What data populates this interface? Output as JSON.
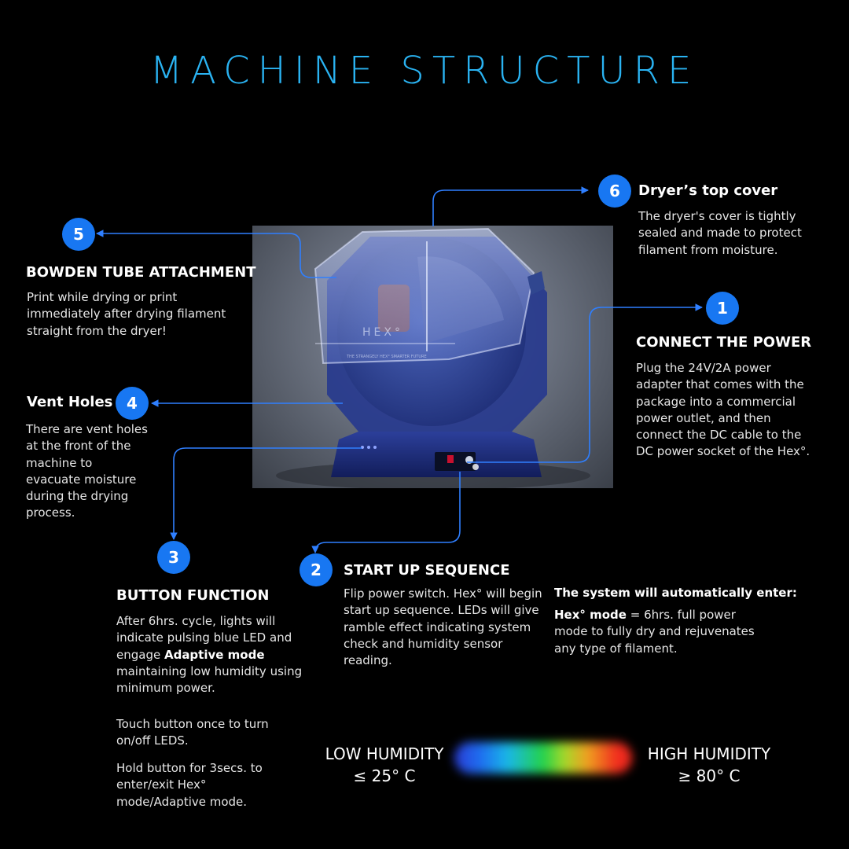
{
  "title": "MACHINE STRUCTURE",
  "photo": {
    "device_label": "HEX°",
    "front_label": "THE STRANGELY HEX° SMARTER FUTURE"
  },
  "callouts": [
    {
      "number": "1",
      "heading": "CONNECT THE POWER",
      "body": [
        "Plug the 24V/2A power",
        "adapter that comes with the",
        "package into a commercial",
        "power outlet, and then",
        "connect the DC cable to the",
        "DC power socket of the Hex°."
      ]
    },
    {
      "number": "2",
      "heading": "START UP SEQUENCE",
      "body": [
        "Flip power switch. Hex° will begin",
        "start up sequence. LEDs will give",
        "ramble effect indicating system",
        "check and humidity sensor",
        "reading."
      ]
    },
    {
      "number": "3",
      "heading": "BUTTON FUNCTION",
      "body_a_1": "After 6hrs. cycle, lights will",
      "body_a_2": "indicate pulsing blue LED and",
      "body_a_3_pre": "engage ",
      "body_a_3_bold": "Adaptive mode",
      "body_a_4": "maintaining low humidity using",
      "body_a_5": "minimum power.",
      "body_b": [
        "Touch button once to turn",
        "on/off LEDS."
      ],
      "body_c": [
        "Hold button for 3secs. to",
        "enter/exit Hex°",
        "mode/Adaptive mode."
      ]
    },
    {
      "number": "4",
      "heading": "Vent Holes",
      "body": [
        "There are vent holes",
        "at the front of the",
        "machine to",
        "evacuate moisture",
        "during the drying",
        "process."
      ]
    },
    {
      "number": "5",
      "heading": "BOWDEN TUBE ATTACHMENT",
      "body": [
        "Print while drying or print",
        "immediately after drying filament",
        "straight from the dryer!"
      ]
    },
    {
      "number": "6",
      "heading": "Dryer’s top cover",
      "body": [
        "The dryer's cover is tightly",
        "sealed and made to protect",
        "filament from moisture."
      ]
    }
  ],
  "auto_mode": {
    "heading": "The system will automatically enter:",
    "mode_name": "Hex° mode",
    "line1_rest": " = 6hrs. full power",
    "line2": "mode to fully dry and rejuvenates",
    "line3": "any type of filament."
  },
  "humidity": {
    "low_label": "LOW HUMIDITY",
    "low_value": "≤ 25° C",
    "high_label": "HIGH HUMIDITY",
    "high_value": "≥ 80° C"
  },
  "colors": {
    "title": "#2ab3f2",
    "badge": "#1877f2",
    "connector": "#2f7fff"
  }
}
